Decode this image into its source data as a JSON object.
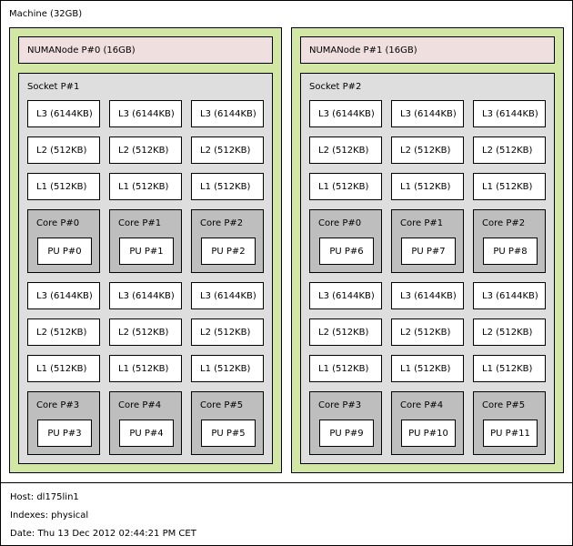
{
  "machine": {
    "label": "Machine (32GB)"
  },
  "numa_nodes": [
    {
      "label": "NUMANode P#0 (16GB)",
      "socket": {
        "label": "Socket P#1",
        "groups": [
          {
            "l3": [
              "L3 (6144KB)",
              "L3 (6144KB)",
              "L3 (6144KB)"
            ],
            "l2": [
              "L2 (512KB)",
              "L2 (512KB)",
              "L2 (512KB)"
            ],
            "l1": [
              "L1 (512KB)",
              "L1 (512KB)",
              "L1 (512KB)"
            ],
            "cores": [
              {
                "label": "Core P#0",
                "pu": "PU P#0"
              },
              {
                "label": "Core P#1",
                "pu": "PU P#1"
              },
              {
                "label": "Core P#2",
                "pu": "PU P#2"
              }
            ]
          },
          {
            "l3": [
              "L3 (6144KB)",
              "L3 (6144KB)",
              "L3 (6144KB)"
            ],
            "l2": [
              "L2 (512KB)",
              "L2 (512KB)",
              "L2 (512KB)"
            ],
            "l1": [
              "L1 (512KB)",
              "L1 (512KB)",
              "L1 (512KB)"
            ],
            "cores": [
              {
                "label": "Core P#3",
                "pu": "PU P#3"
              },
              {
                "label": "Core P#4",
                "pu": "PU P#4"
              },
              {
                "label": "Core P#5",
                "pu": "PU P#5"
              }
            ]
          }
        ]
      }
    },
    {
      "label": "NUMANode P#1 (16GB)",
      "socket": {
        "label": "Socket P#2",
        "groups": [
          {
            "l3": [
              "L3 (6144KB)",
              "L3 (6144KB)",
              "L3 (6144KB)"
            ],
            "l2": [
              "L2 (512KB)",
              "L2 (512KB)",
              "L2 (512KB)"
            ],
            "l1": [
              "L1 (512KB)",
              "L1 (512KB)",
              "L1 (512KB)"
            ],
            "cores": [
              {
                "label": "Core P#0",
                "pu": "PU P#6"
              },
              {
                "label": "Core P#1",
                "pu": "PU P#7"
              },
              {
                "label": "Core P#2",
                "pu": "PU P#8"
              }
            ]
          },
          {
            "l3": [
              "L3 (6144KB)",
              "L3 (6144KB)",
              "L3 (6144KB)"
            ],
            "l2": [
              "L2 (512KB)",
              "L2 (512KB)",
              "L2 (512KB)"
            ],
            "l1": [
              "L1 (512KB)",
              "L1 (512KB)",
              "L1 (512KB)"
            ],
            "cores": [
              {
                "label": "Core P#3",
                "pu": "PU P#9"
              },
              {
                "label": "Core P#4",
                "pu": "PU P#10"
              },
              {
                "label": "Core P#5",
                "pu": "PU P#11"
              }
            ]
          }
        ]
      }
    }
  ],
  "legend": {
    "host": "Host: dl175lin1",
    "indexes": "Indexes: physical",
    "date": "Date: Thu 13 Dec 2012 02:44:21 PM CET"
  },
  "colors": {
    "numa": "#d2e7a4",
    "memory": "#efdfde",
    "socket": "#dedede",
    "core": "#bebebe",
    "cache": "#ffffff",
    "pu": "#ffffff"
  }
}
